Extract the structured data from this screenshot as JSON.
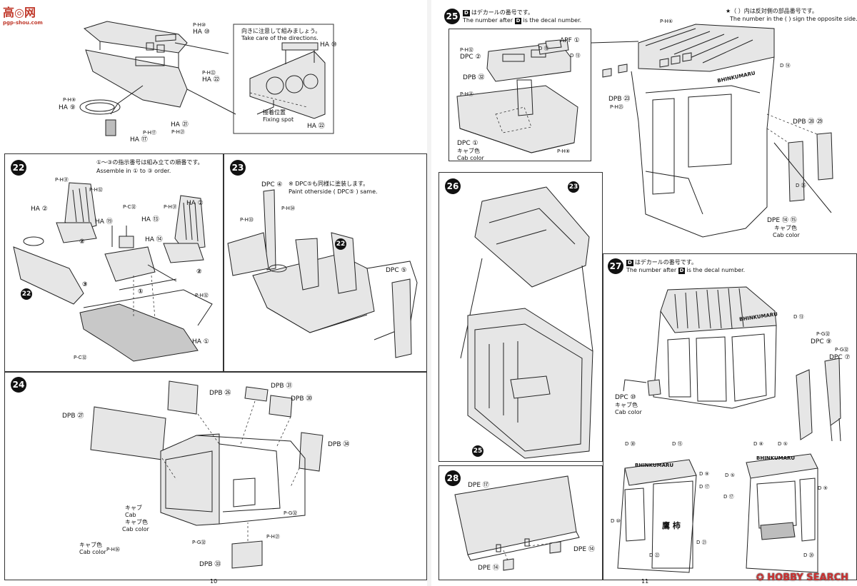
{
  "logo": {
    "mark": "高◎网",
    "url": "pgp-shou.com"
  },
  "watermark": "HOBBY SEARCH",
  "left_page": {
    "page_number": "10",
    "top": {
      "callout": {
        "jp": "向きに注意して組みましょう。",
        "en": "Take care of the directions.",
        "part": "HA ⑩",
        "fix_jp": "接着位置",
        "fix_en": "Fixing spot",
        "part2": "HA ㉒"
      },
      "labels": {
        "p1": "P-H⑩",
        "p1b": "HA ⑩",
        "p2": "P-H㉒",
        "p2b": "HA ㉒",
        "p3": "P-H⑨",
        "p3b": "HA ⑨",
        "p4": "P-H⑰",
        "p4b": "HA ⑰",
        "p5": "HA ㉑",
        "p6": "P-H㉑"
      }
    },
    "step22": {
      "num": "22",
      "note_jp": "①～③の指示番号は組み立ての順番です。",
      "note_en": "Assemble in ① to ③ order.",
      "labels": {
        "a": "P-H㉛",
        "b": "P-H㉜",
        "c": "HA ②",
        "d": "P-C㉜",
        "e": "HA ⑲",
        "f": "HA ⑬",
        "g": "P-H㉛",
        "h": "HA ②",
        "i": "HA ⑭",
        "j": "HA ①",
        "k": "P-C㉜",
        "l": "P-H㉜",
        "m": "②",
        "n": "③",
        "o": "①",
        "p": "②",
        "q": "22"
      }
    },
    "step23": {
      "num": "23",
      "dpc4": "DPC ④",
      "note_jp": "※ DPC⑤も同様に塗装します。",
      "note_en": "Paint otherside ( DPC⑤ ) same.",
      "labels": {
        "a": "P-H㉝",
        "b": "P-H㉞",
        "c": "22",
        "d": "DPC ⑤"
      }
    },
    "step24": {
      "num": "24",
      "labels": {
        "a": "DPB ㉗",
        "b": "DPB ㉖",
        "c": "DPB ㉛",
        "d": "DPB ㉚",
        "e": "DPB ㉞",
        "f": "DPB ㉝",
        "g": "P-G㉜",
        "h": "P-G㉜",
        "i": "P-H㉑",
        "j": "P-H㊱"
      },
      "cab": {
        "jp": "キャブ",
        "en": "Cab",
        "jp2": "キャブ色",
        "en2": "Cab color"
      },
      "cab2": {
        "jp": "キャブ色",
        "en": "Cab color"
      }
    }
  },
  "right_page": {
    "page_number": "11",
    "star_note": {
      "jp": "★（ ）内は反対側の部品番号です。",
      "en": "The number in the ( ) sign the opposite side."
    },
    "step25": {
      "num": "25",
      "note_jp": "はデカールの番号です。",
      "note_en": "The number after",
      "note_en2": "is the decal number.",
      "d": "D",
      "labels": {
        "a": "P-H㉜",
        "b": "DPC ②",
        "c": "DPB ㉜",
        "d": "P-H㉛",
        "e": "DPC ①",
        "f": "APF ①",
        "g": "D ⑫",
        "h": "D ⑬",
        "i": "P-H⑧",
        "j": "P-H⑥",
        "k": "D ⑭",
        "l": "DPB ㉓",
        "m": "P-H㉕",
        "n": "DPB ㉘ ㉙",
        "o": "D ㉖",
        "p": "DPE ⑭ ⑮"
      },
      "cab1": {
        "jp": "キャブ色",
        "en": "Cab color"
      },
      "cab2": {
        "jp": "キャブ色",
        "en": "Cab color"
      },
      "roof": "BHINKUMARU"
    },
    "step26": {
      "num": "26",
      "labels": {
        "a": "23",
        "b": "25"
      }
    },
    "step27": {
      "num": "27",
      "note_jp": "はデカールの番号です。",
      "note_en": "The number after",
      "note_en2": "is the decal number.",
      "d": "D",
      "labels": {
        "a": "D ⑬",
        "b": "P-G㉜",
        "c": "DPC ⑨",
        "d": "P-G㉜",
        "e": "DPC ⑦",
        "f": "DPC ⑩",
        "g": "D ㉚",
        "h": "D ⑮",
        "i": "D ⑧",
        "j": "D ⑤",
        "k": "D ⑨",
        "l": "D ⑰",
        "m": "D ⑩",
        "n": "D ㉑",
        "o": "D ⑰",
        "p": "D ⑤",
        "q": "D ⑨",
        "r": "D ㉒",
        "s": "D ⑳"
      },
      "cab": {
        "jp": "キャブ色",
        "en": "Cab color"
      },
      "roof": "BHINKUMARU",
      "side": "鷹 柿"
    },
    "step28": {
      "num": "28",
      "labels": {
        "a": "DPE ⑰",
        "b": "DPE ⑭",
        "c": "DPE ⑭"
      }
    }
  }
}
